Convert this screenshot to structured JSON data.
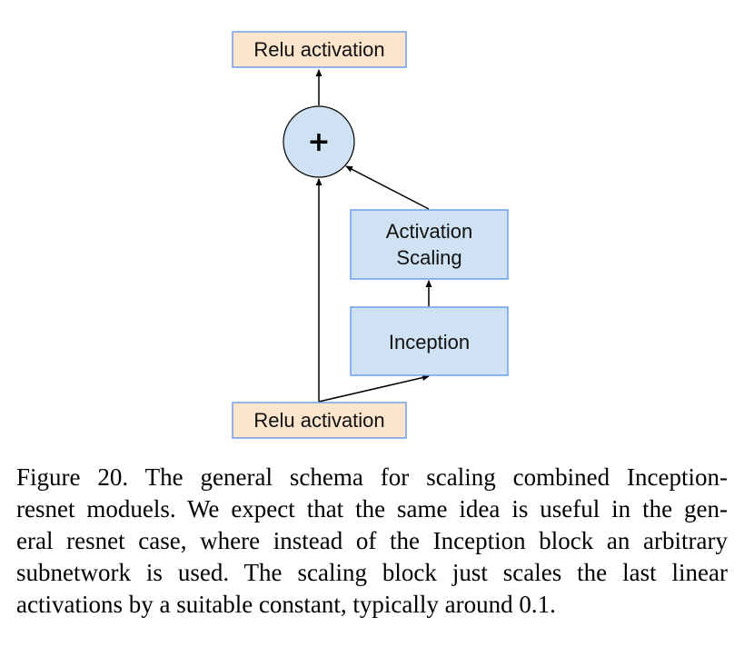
{
  "colors": {
    "relu_fill": "#fce5cd",
    "block_fill": "#cfe2f3",
    "box_stroke": "#6d9eeb",
    "circle_fill": "#cfe2f3",
    "circle_stroke": "#000000",
    "arrow": "#000000"
  },
  "nodes": {
    "relu_top": "Relu activation",
    "sum": "+",
    "scaling_line1": "Activation",
    "scaling_line2": "Scaling",
    "inception": "Inception",
    "relu_bottom": "Relu activation"
  },
  "caption": {
    "lines": [
      "Figure 20. The general schema for scaling combined Inception-",
      "resnet moduels. We expect that the same idea is useful in the gen-",
      "eral resnet case, where instead of the Inception block an arbitrary",
      "subnetwork is used.  The scaling block just scales the last linear",
      "activations by a suitable constant, typically around 0.1."
    ]
  }
}
